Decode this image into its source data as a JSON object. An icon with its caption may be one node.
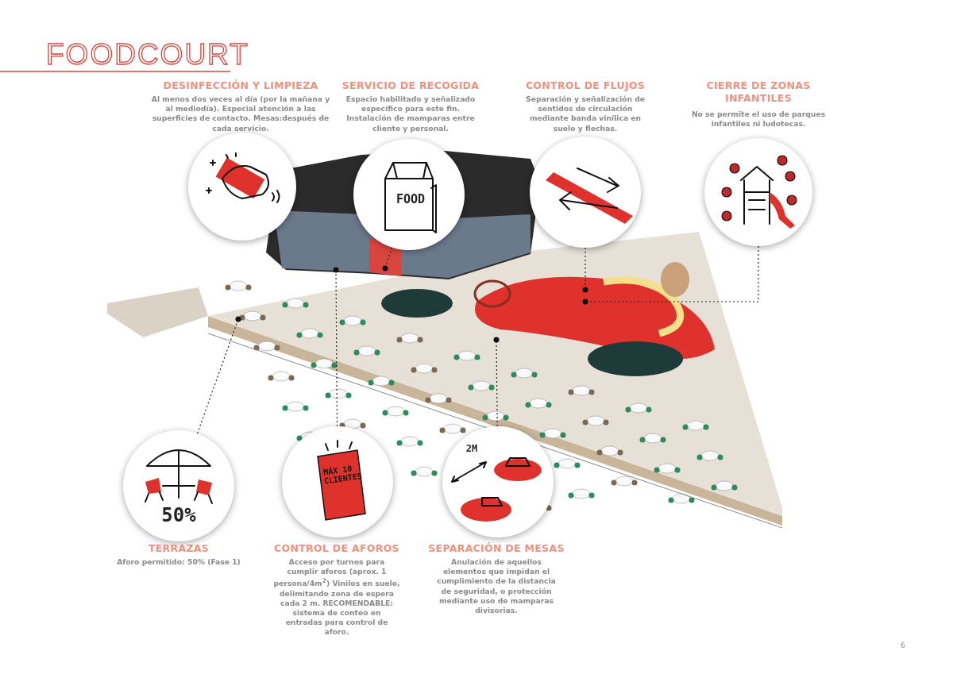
{
  "diagram": {
    "title": "FOODCOURT",
    "nodes": [
      {
        "text": [],
        "shape": "circle",
        "beside": [
          "DESINFECCIÓN Y LIMPIEZA",
          "Al menos dos veces al día (por la mañana y al mediodía). Especial atención a las superficies de contacto. Mesas:después de cada servicio."
        ]
      },
      {
        "text": [
          "FOOD"
        ],
        "beside": [
          "SERVICIO DE RECOGIDA",
          "Espacio habilitado y señalizado específico para este fin. Instalación de mamparas entre cliente y personal."
        ]
      },
      {
        "text": [],
        "shape": "circle",
        "beside": [
          "CONTROL DE FLUJOS",
          "Separación y señalización de sentidos de circulación mediante banda vinílica en suelo y flechas."
        ]
      },
      {
        "text": [],
        "shape": "circle",
        "beside": [
          "CIERRE DE ZONAS INFANTILES",
          "No se permite el uso de parques infantiles ni ludotecas."
        ]
      },
      {
        "text": [
          "50%"
        ],
        "beside": [
          "TERRAZAS",
          "Aforo permitido: 50% (Fase 1)"
        ]
      },
      {
        "text": [
          "MÁX 10 CLIENTES"
        ],
        "beside": [
          "CONTROL DE AFOROS",
          "Acceso por turnos para cumplir aforos (aprox. 1 persona/4m$^{2}$) Vinilos en suelo, delimitando zona de espera cada 2 m. RECOMENDABLE: sistema de conteo en entradas para control de aforo."
        ]
      },
      {
        "text": [
          "2M"
        ],
        "beside": [
          "SEPARACIÓN DE MESAS",
          "Anulación de aquellos elementos que impidan el cumplimiento de la distancia de seguridad, o protección mediante uso de mamparas divisorias."
        ]
      }
    ],
    "edges": [
      {
        "from": 1,
        "to": null,
        "arrow": "other",
        "style": "dashed"
      },
      {
        "from": 2,
        "to": null,
        "arrow": "other",
        "style": "dashed"
      },
      {
        "from": 3,
        "to": null,
        "arrow": "other",
        "style": "dashed"
      },
      {
        "from": 4,
        "to": null,
        "arrow": "other",
        "style": "dashed"
      },
      {
        "from": 5,
        "to": null,
        "arrow": "other",
        "style": "dashed"
      },
      {
        "from": 6,
        "to": null,
        "arrow": "other",
        "style": "dashed"
      }
    ],
    "labels": [
      "6"
    ]
  }
}
